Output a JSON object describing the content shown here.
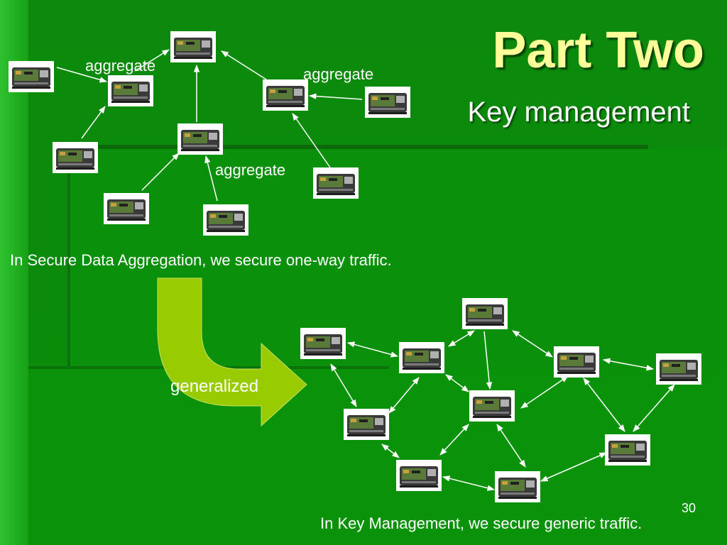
{
  "title": "Part Two",
  "subtitle": "Key management",
  "labels": {
    "aggregate_1": "aggregate",
    "aggregate_2": "aggregate",
    "aggregate_3": "aggregate",
    "generalized": "generalized"
  },
  "captions": {
    "top": "In Secure Data Aggregation, we secure one-way traffic.",
    "bottom": "In Key Management, we secure generic traffic."
  },
  "page_number": "30",
  "colors": {
    "title": "#ffff99",
    "arrow_fill": "#99cc00",
    "background": "#0b8a0b"
  }
}
